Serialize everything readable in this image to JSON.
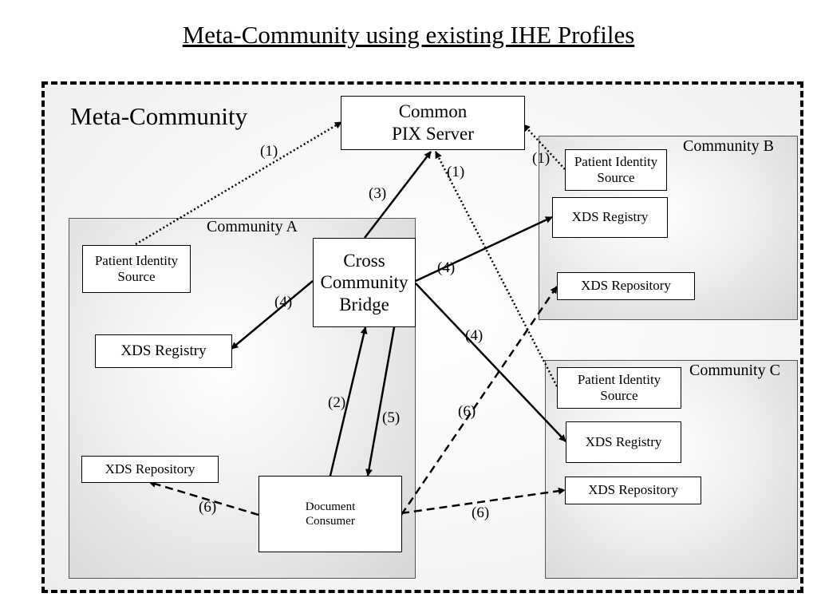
{
  "title": "Meta-Community using existing IHE Profiles",
  "meta_community": {
    "label": "Meta-Community"
  },
  "pix_server": {
    "line1": "Common",
    "line2": "PIX Server"
  },
  "community_a": {
    "label": "Community A",
    "patient_identity_source": {
      "line1": "Patient Identity",
      "line2": "Source"
    },
    "xds_registry": "XDS Registry",
    "xds_repository": "XDS Repository",
    "cross_community_bridge": {
      "line1": "Cross",
      "line2": "Community",
      "line3": "Bridge"
    },
    "document_consumer": {
      "line1": "Document",
      "line2": "Consumer"
    }
  },
  "community_b": {
    "label": "Community B",
    "patient_identity_source": {
      "line1": "Patient Identity",
      "line2": "Source"
    },
    "xds_registry": "XDS Registry",
    "xds_repository": "XDS Repository"
  },
  "community_c": {
    "label": "Community C",
    "patient_identity_source": {
      "line1": "Patient Identity",
      "line2": "Source"
    },
    "xds_registry": "XDS Registry",
    "xds_repository": "XDS Repository"
  },
  "step_labels": {
    "s1": "(1)",
    "s2": "(2)",
    "s3": "(3)",
    "s4": "(4)",
    "s5": "(5)",
    "s6": "(6)"
  }
}
